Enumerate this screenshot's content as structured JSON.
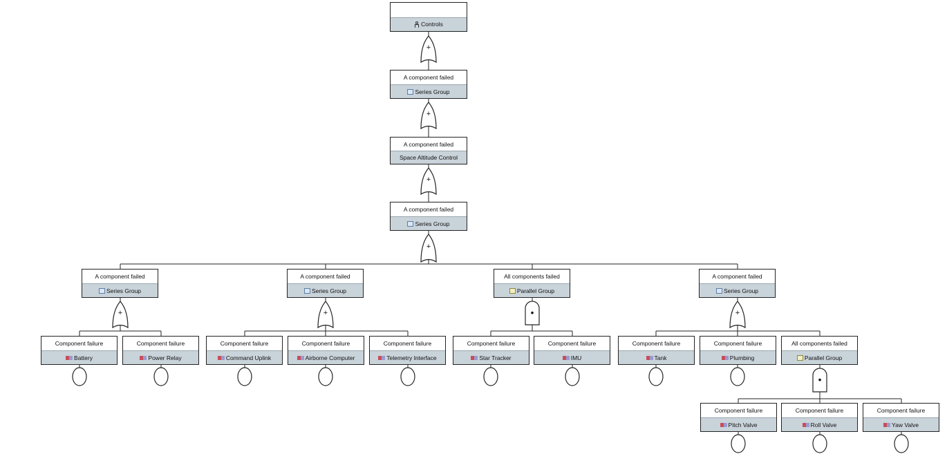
{
  "root": {
    "label": "Controls",
    "icon": "person-icon"
  },
  "level1": {
    "top": "A component failed",
    "bottom": "Series Group",
    "icon": "series-group-icon"
  },
  "level2": {
    "top": "A component failed",
    "bottom": "Space Altitude Control"
  },
  "level3": {
    "top": "A component failed",
    "bottom": "Series Group",
    "icon": "series-group-icon"
  },
  "groups": [
    {
      "top": "A component failed",
      "bottom": "Series Group",
      "gate": "or"
    },
    {
      "top": "A component failed",
      "bottom": "Series Group",
      "gate": "or"
    },
    {
      "top": "All components failed",
      "bottom": "Parallel Group",
      "gate": "and"
    },
    {
      "top": "A component failed",
      "bottom": "Series Group",
      "gate": "or"
    }
  ],
  "leaves": [
    {
      "top": "Component failure",
      "bottom": "Battery"
    },
    {
      "top": "Component failure",
      "bottom": "Power Relay"
    },
    {
      "top": "Component failure",
      "bottom": "Command Uplink"
    },
    {
      "top": "Component failure",
      "bottom": "Airborne Computer"
    },
    {
      "top": "Component failure",
      "bottom": "Telemetry Interface"
    },
    {
      "top": "Component failure",
      "bottom": "Star Tracker"
    },
    {
      "top": "Component failure",
      "bottom": "IMU"
    },
    {
      "top": "Component failure",
      "bottom": "Tank"
    },
    {
      "top": "Component failure",
      "bottom": "Plumbing"
    }
  ],
  "subgroup": {
    "top": "All components failed",
    "bottom": "Parallel Group",
    "gate": "and"
  },
  "subleaves": [
    {
      "top": "Component failure",
      "bottom": "Pitch Valve"
    },
    {
      "top": "Component failure",
      "bottom": "Roll Valve"
    },
    {
      "top": "Component failure",
      "bottom": "Yaw Valve"
    }
  ],
  "gate_symbols": {
    "or": "+",
    "and": "•"
  },
  "colors": {
    "label_band": "#c9d3da",
    "line": "#222222"
  }
}
